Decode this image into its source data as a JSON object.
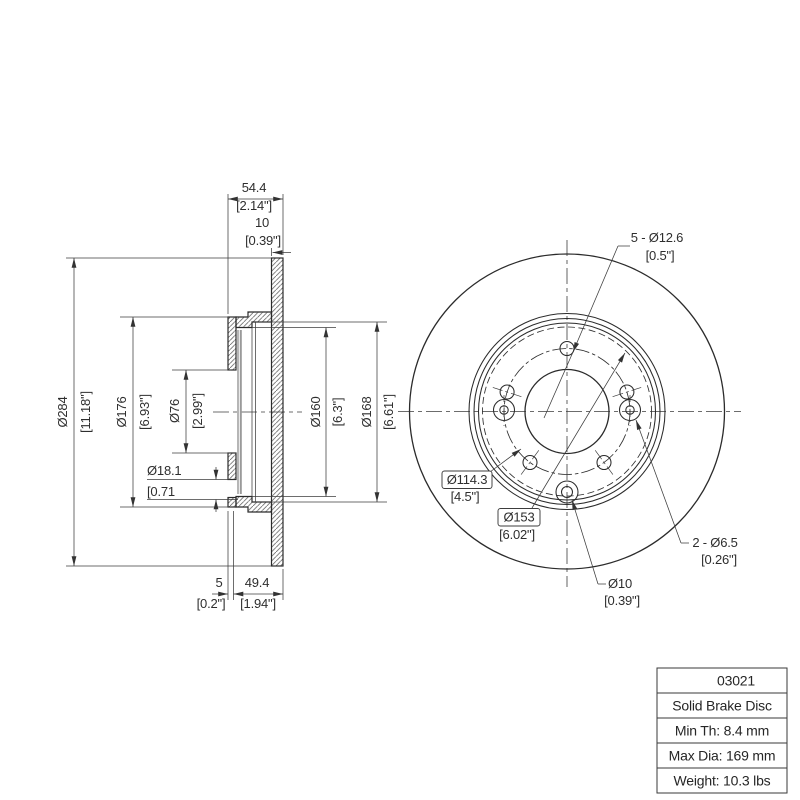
{
  "side": {
    "width": {
      "mm": "54.4",
      "in": "[2.14\"]"
    },
    "thickness": {
      "mm": "10",
      "in": "[0.39\"]"
    },
    "d284": {
      "mm": "Ø284",
      "in": "[11.18\"]"
    },
    "d176": {
      "mm": "Ø176",
      "in": "[6.93\"]"
    },
    "d76": {
      "mm": "Ø76",
      "in": "[2.99\"]"
    },
    "d18_1": {
      "mm": "Ø18.1",
      "in": "[0.71"
    },
    "d160": {
      "mm": "Ø160",
      "in": "[6.3\"]"
    },
    "d168": {
      "mm": "Ø168",
      "in": "[6.61\"]"
    },
    "flange": {
      "mm": "5",
      "in": "[0.2\"]"
    },
    "depth": {
      "mm": "49.4",
      "in": "[1.94\"]"
    }
  },
  "front": {
    "bolt_holes": {
      "mm": "5 - Ø12.6",
      "in": "[0.5\"]"
    },
    "bolt_circle": {
      "mm": "Ø114.3",
      "in": "[4.5\"]"
    },
    "ring_dia": {
      "mm": "Ø153",
      "in": "[6.02\"]"
    },
    "small_holes": {
      "mm": "2 - Ø6.5",
      "in": "[0.26\"]"
    },
    "pin_hole": {
      "mm": "Ø10",
      "in": "[0.39\"]"
    }
  },
  "title_block": {
    "part_number": "03021",
    "description": "Solid Brake Disc",
    "min_thickness": "Min Th: 8.4 mm",
    "max_diameter": "Max Dia: 169 mm",
    "weight": "Weight: 10.3 lbs"
  }
}
